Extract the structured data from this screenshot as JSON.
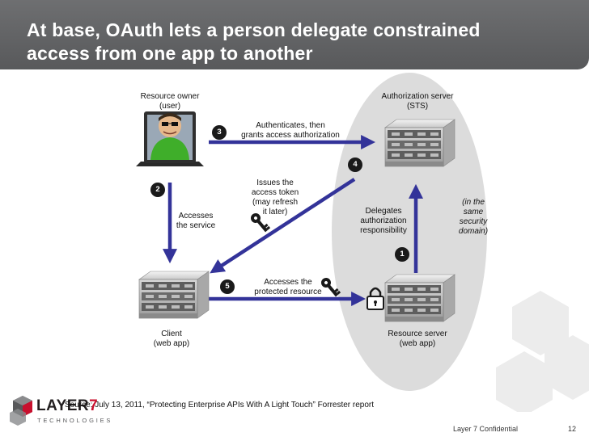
{
  "slide": {
    "title_line1": "At base, OAuth lets a person delegate constrained",
    "title_line2": "access from one app to another",
    "source": "Source: July 13, 2011, “Protecting Enterprise APIs With A Light Touch” Forrester report",
    "confidential": "Layer 7 Confidential",
    "page_number": "12"
  },
  "logo": {
    "word": "LAYER",
    "number": "7",
    "tagline": "TECHNOLOGIES"
  },
  "nodes": {
    "owner": {
      "line1": "Resource owner",
      "line2": "(user)"
    },
    "auth_server": {
      "line1": "Authorization server",
      "line2": "(STS)"
    },
    "client": {
      "line1": "Client",
      "line2": "(web app)"
    },
    "resource_server": {
      "line1": "Resource server",
      "line2": "(web app)"
    }
  },
  "steps": {
    "s1": "1",
    "s2": "2",
    "s3": "3",
    "s4": "4",
    "s5": "5",
    "s3_line1": "Authenticates, then",
    "s3_line2": "grants access authorization",
    "s2_line1": "Accesses",
    "s2_line2": "the service",
    "s4_line1": "Issues the",
    "s4_line2": "access token",
    "s4_line3": "(may refresh",
    "s4_line4": "it later)",
    "s1_line1": "Delegates",
    "s1_line2": "authorization",
    "s1_line3": "responsibility",
    "s5_line1": "Accesses the",
    "s5_line2": "protected resource"
  },
  "domain_note": {
    "line1": "(in the",
    "line2": "same",
    "line3": "security",
    "line4": "domain)"
  },
  "icons": [
    "person-icon",
    "server-icon",
    "key-icon",
    "padlock-icon"
  ],
  "colors": {
    "arrow": "#333399",
    "title_bar": "#606163",
    "ellipse": "#dcdcdc",
    "brand_red": "#c8102e"
  }
}
